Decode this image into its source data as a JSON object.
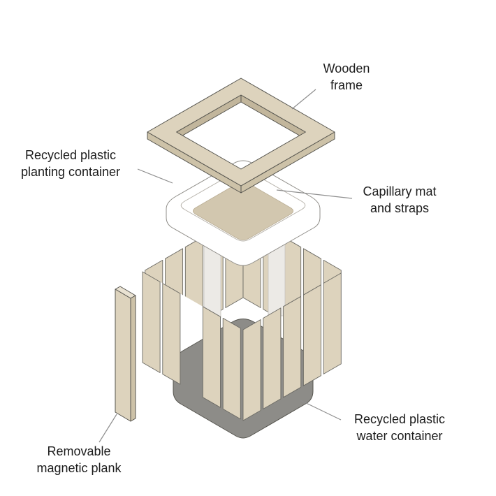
{
  "diagram": {
    "labels": {
      "wooden_frame": "Wooden frame",
      "planting_container": "Recycled plastic planting container",
      "capillary_mat": "Capillary mat and straps",
      "magnetic_plank": "Removable magnetic plank",
      "water_container": "Recycled plastic water container"
    },
    "colors": {
      "wood": "#ddd3bd",
      "wood_side": "#cdc2a8",
      "wood_inner": "#c2b69c",
      "wood_top": "#e9e2d2",
      "container_white": "#ffffff",
      "mat": "#d2c7af",
      "strap": "#eceae6",
      "water_gray": "#8d8c88",
      "leader_line": "#8f8f8f",
      "text": "#1c1c1c",
      "background": "#ffffff"
    }
  }
}
